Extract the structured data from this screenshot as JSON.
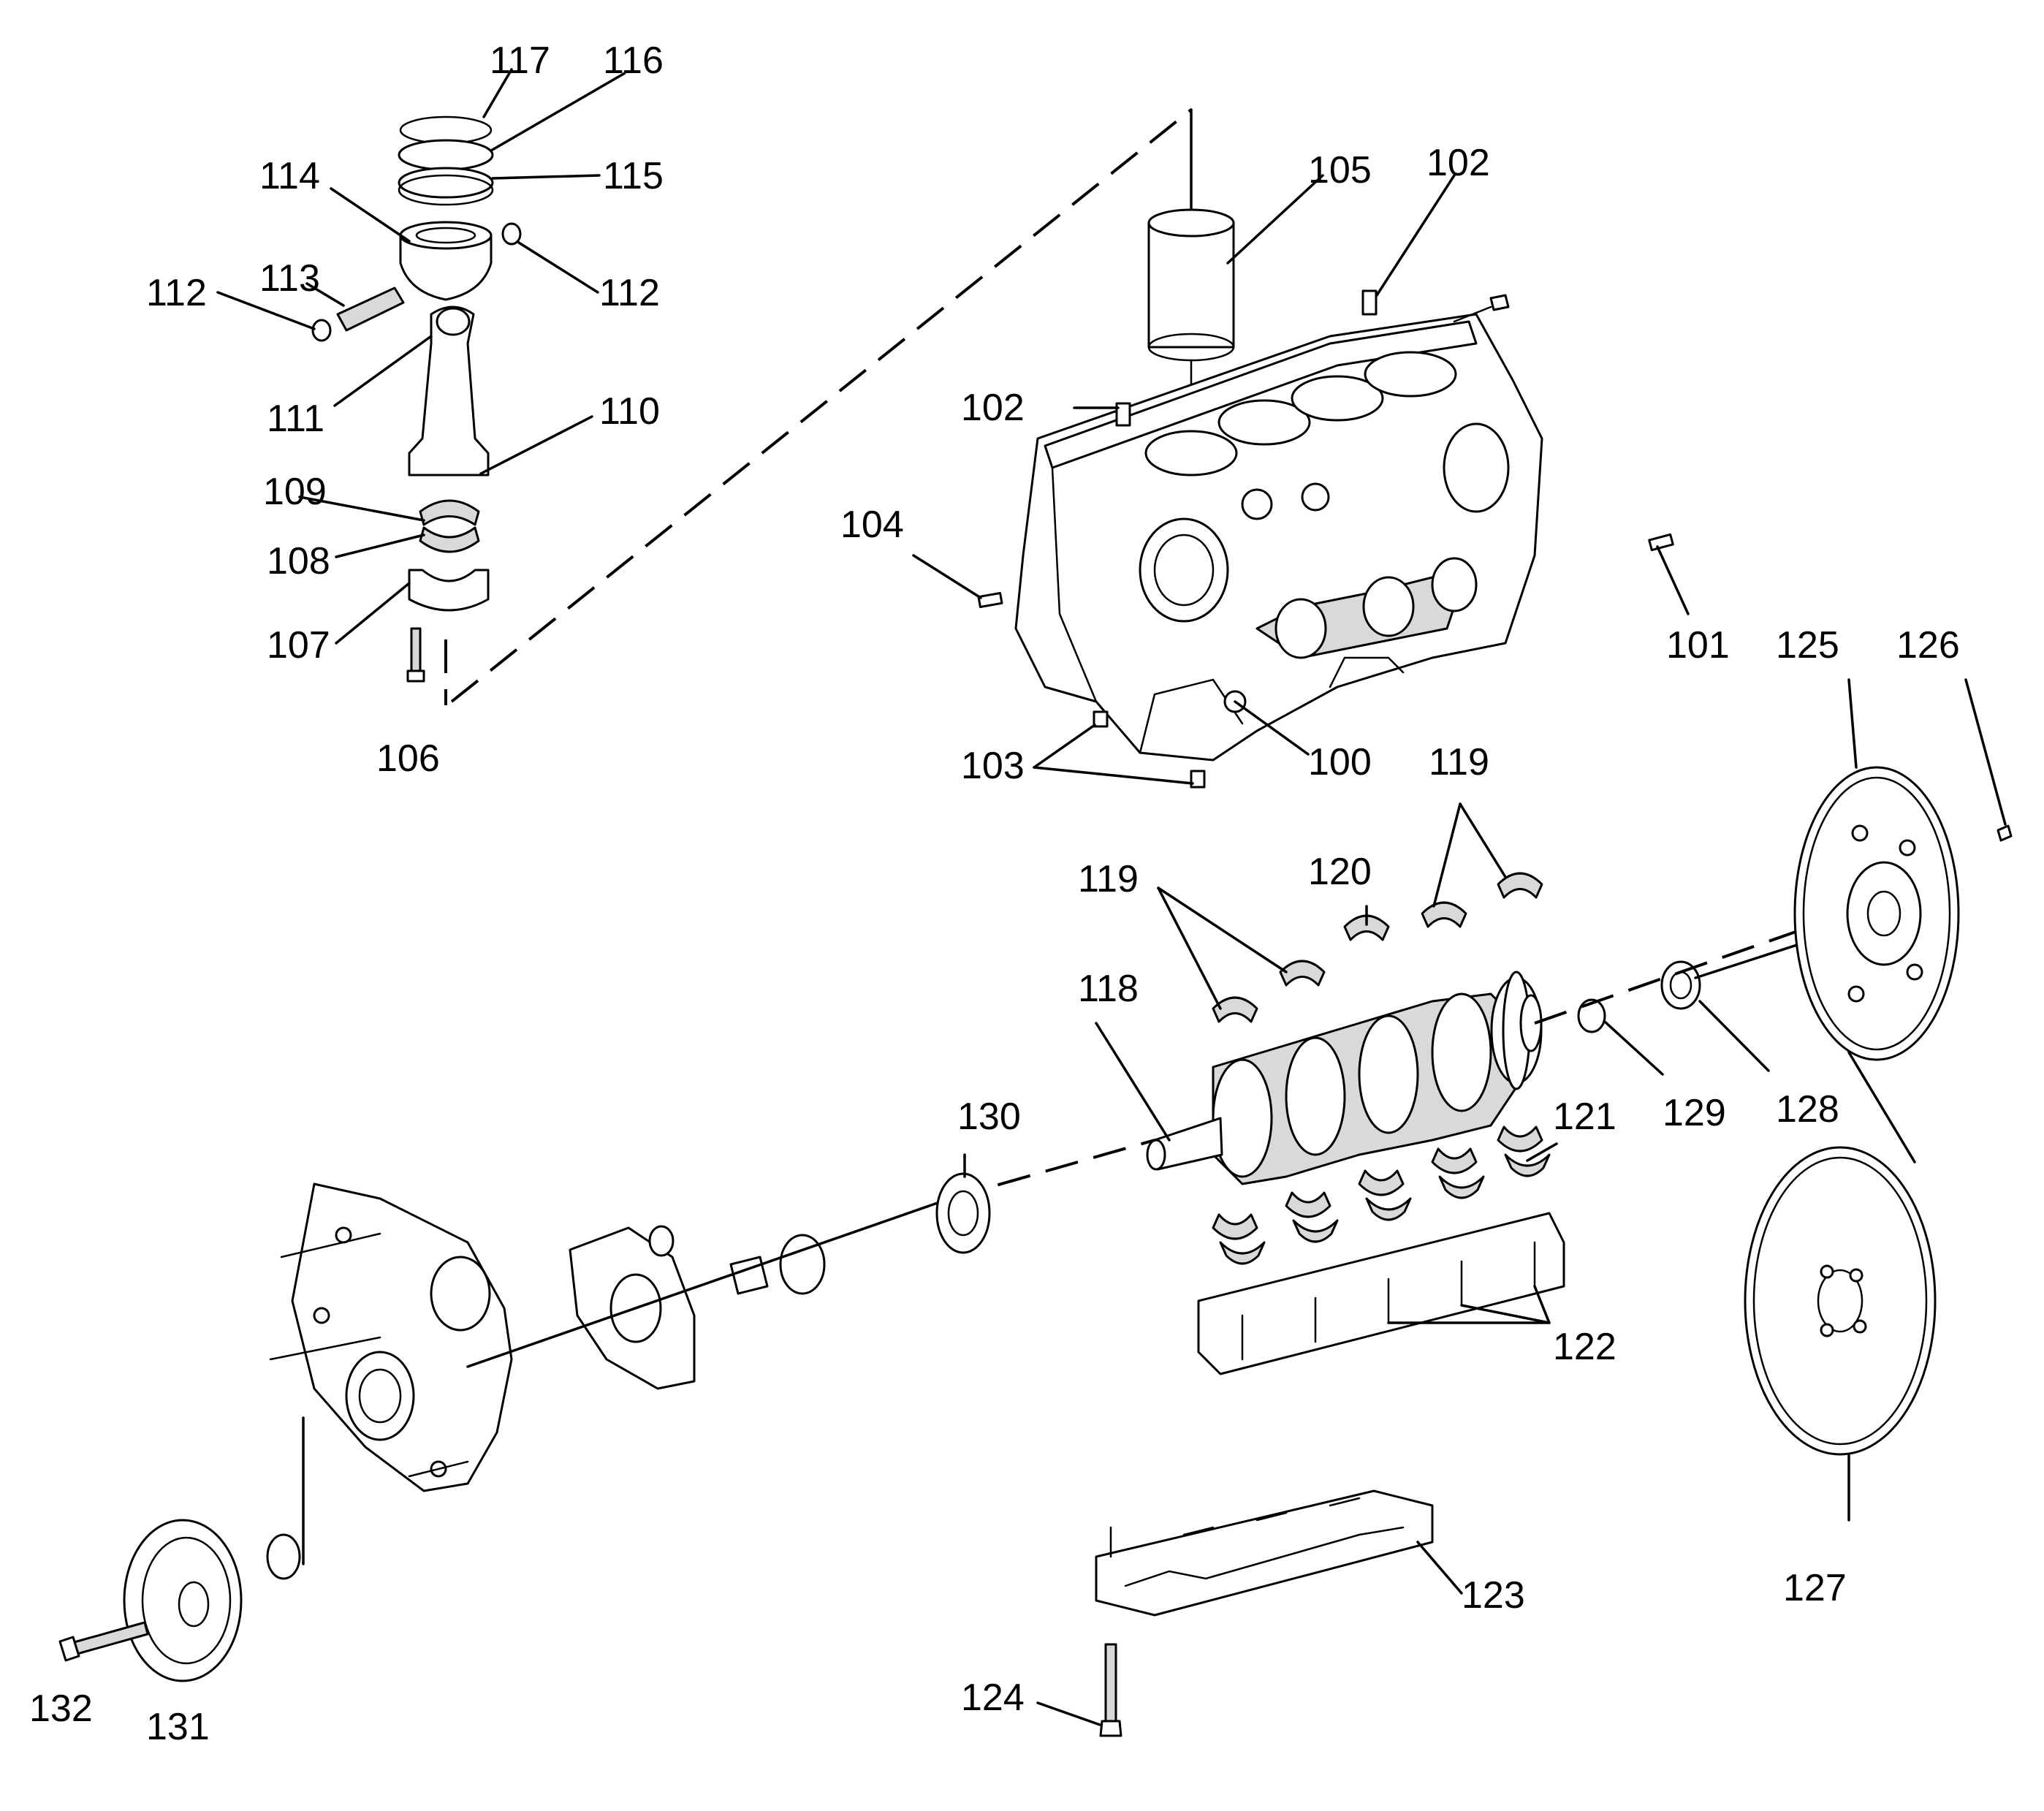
{
  "callouts": [
    {
      "id": "c100",
      "text": "100"
    },
    {
      "id": "c101",
      "text": "101"
    },
    {
      "id": "c102a",
      "text": "102"
    },
    {
      "id": "c102b",
      "text": "102"
    },
    {
      "id": "c103",
      "text": "103"
    },
    {
      "id": "c104",
      "text": "104"
    },
    {
      "id": "c105",
      "text": "105"
    },
    {
      "id": "c106",
      "text": "106"
    },
    {
      "id": "c107",
      "text": "107"
    },
    {
      "id": "c108",
      "text": "108"
    },
    {
      "id": "c109",
      "text": "109"
    },
    {
      "id": "c110",
      "text": "110"
    },
    {
      "id": "c111",
      "text": "111"
    },
    {
      "id": "c112a",
      "text": "112"
    },
    {
      "id": "c112b",
      "text": "112"
    },
    {
      "id": "c113",
      "text": "113"
    },
    {
      "id": "c114",
      "text": "114"
    },
    {
      "id": "c115",
      "text": "115"
    },
    {
      "id": "c116",
      "text": "116"
    },
    {
      "id": "c117",
      "text": "117"
    },
    {
      "id": "c118",
      "text": "118"
    },
    {
      "id": "c119a",
      "text": "119"
    },
    {
      "id": "c119b",
      "text": "119"
    },
    {
      "id": "c120",
      "text": "120"
    },
    {
      "id": "c121",
      "text": "121"
    },
    {
      "id": "c122",
      "text": "122"
    },
    {
      "id": "c123",
      "text": "123"
    },
    {
      "id": "c124",
      "text": "124"
    },
    {
      "id": "c125",
      "text": "125"
    },
    {
      "id": "c126",
      "text": "126"
    },
    {
      "id": "c127",
      "text": "127"
    },
    {
      "id": "c128",
      "text": "128"
    },
    {
      "id": "c129",
      "text": "129"
    },
    {
      "id": "c130",
      "text": "130"
    },
    {
      "id": "c131",
      "text": "131"
    },
    {
      "id": "c132",
      "text": "132"
    }
  ]
}
